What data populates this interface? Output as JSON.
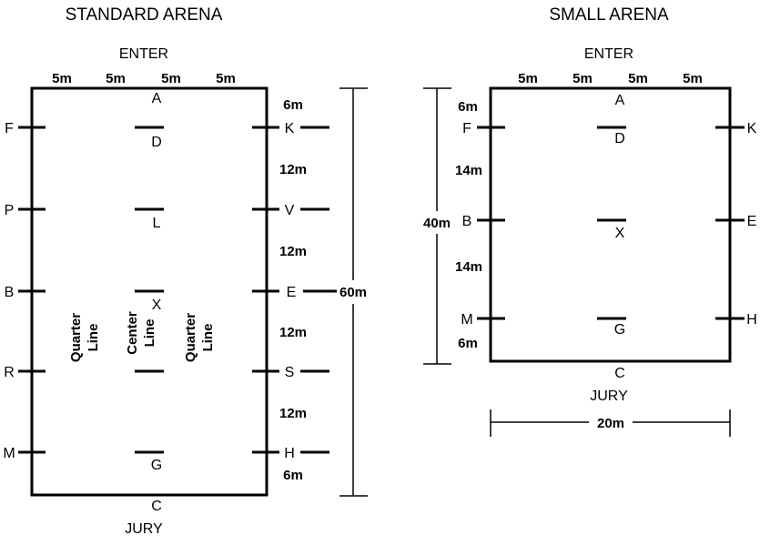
{
  "standard_arena": {
    "title": "STANDARD ARENA",
    "enter": "ENTER",
    "jury": "JURY",
    "top_widths": [
      "5m",
      "5m",
      "5m",
      "5m"
    ],
    "left_letters": [
      "F",
      "P",
      "B",
      "R",
      "M"
    ],
    "right_letters": [
      "K",
      "V",
      "E",
      "S",
      "H"
    ],
    "center_letters": [
      "A",
      "D",
      "L",
      "X",
      "G",
      "C"
    ],
    "right_distances": [
      "6m",
      "12m",
      "12m",
      "12m",
      "12m",
      "6m"
    ],
    "length": "60m",
    "quarter_line": [
      "Quarter",
      "Line"
    ],
    "center_line": [
      "Center",
      "Line"
    ]
  },
  "small_arena": {
    "title": "SMALL ARENA",
    "enter": "ENTER",
    "jury": "JURY",
    "top_widths": [
      "5m",
      "5m",
      "5m",
      "5m"
    ],
    "left_letters": [
      "F",
      "B",
      "M"
    ],
    "right_letters": [
      "K",
      "E",
      "H"
    ],
    "center_letters": [
      "A",
      "D",
      "X",
      "G",
      "C"
    ],
    "left_distances": [
      "6m",
      "14m",
      "14m",
      "6m"
    ],
    "length": "40m",
    "width": "20m"
  }
}
